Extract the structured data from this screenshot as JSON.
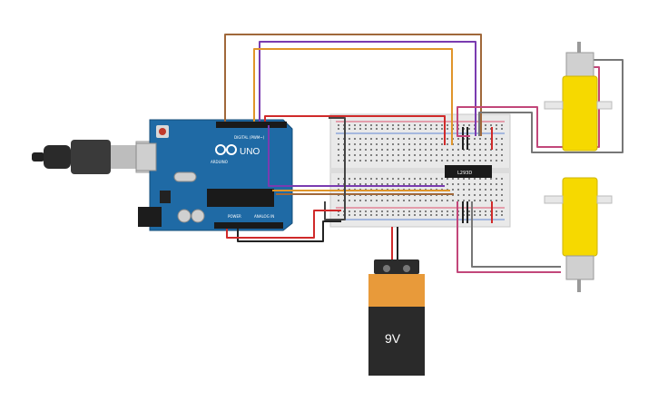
{
  "arduino": {
    "brand": "UNO",
    "logo_text": "ARDUINO",
    "digital_header": "DIGITAL (PWM~)",
    "power_header": "POWER",
    "analog_header": "ANALOG IN"
  },
  "driver_chip": {
    "label": "L293D"
  },
  "battery": {
    "label": "9V"
  },
  "colors": {
    "board_blue": "#1f6aa5",
    "breadboard": "#e9e9e9",
    "motor_yellow": "#f6d900",
    "wire_brown": "#a0683a",
    "wire_purple": "#7a3bb0",
    "wire_orange": "#e0952a",
    "wire_magenta": "#c2477a",
    "wire_red": "#d02a2a",
    "wire_black": "#222222",
    "wire_gray": "#777777"
  }
}
